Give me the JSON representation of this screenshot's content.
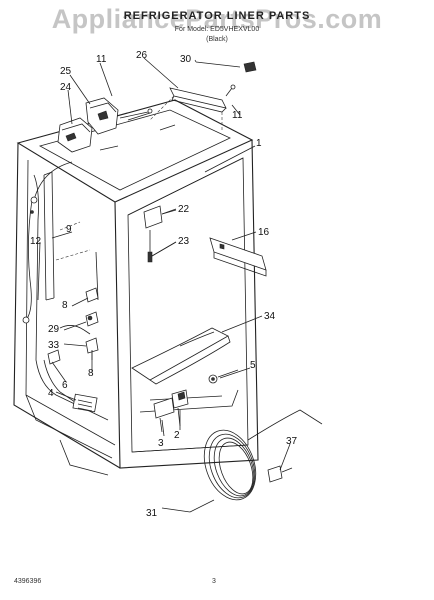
{
  "header": {
    "title": "REFRIGERATOR LINER PARTS",
    "watermark": "AppliancePartsPros.com",
    "model_line": "For Model: ED5VHEXVL00",
    "color_line": "(Black)"
  },
  "footer": {
    "code": "4396396",
    "page": "3"
  },
  "callouts": {
    "c1": "1",
    "c2": "2",
    "c3": "3",
    "c4": "4",
    "c5": "5",
    "c6": "6",
    "c8a": "8",
    "c8b": "8",
    "c9": "9",
    "c11a": "11",
    "c11b": "11",
    "c12": "12",
    "c16": "16",
    "c22": "22",
    "c23": "23",
    "c24": "24",
    "c25": "25",
    "c26": "26",
    "c29": "29",
    "c30": "30",
    "c31": "31",
    "c33": "33",
    "c34": "34",
    "c37": "37"
  }
}
